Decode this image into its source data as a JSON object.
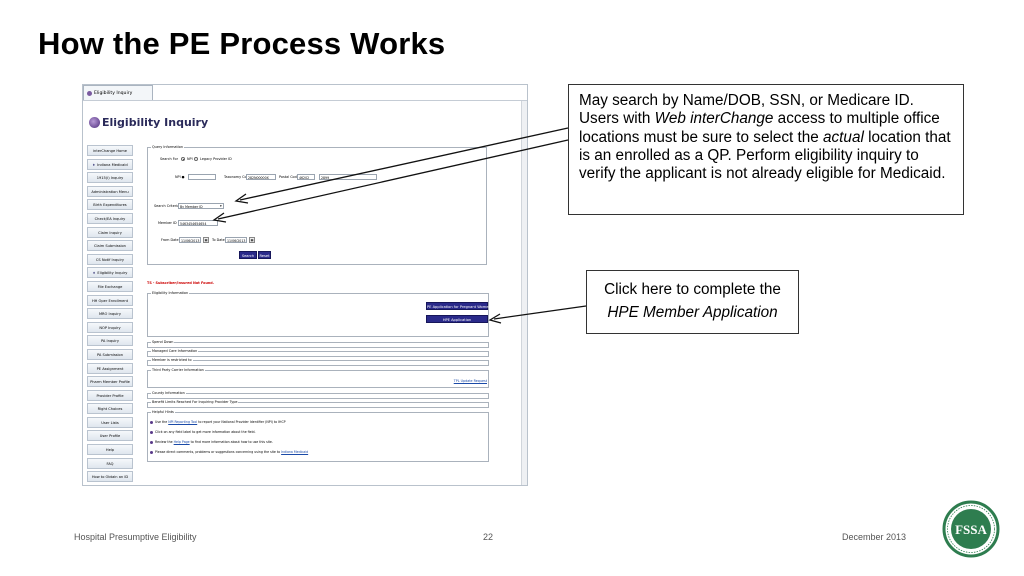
{
  "slide": {
    "title": "How the PE Process Works",
    "footer_left": "Hospital Presumptive Eligibility",
    "page_number": "22",
    "footer_right": "December 2013",
    "seal_text": "FSSA"
  },
  "callouts": {
    "top": {
      "part1": "May search by Name/DOB, SSN, or Medicare ID. Users with ",
      "emph1": "Web interChange",
      "part2": " access to multiple office locations must be sure to select the ",
      "emph2": "actual",
      "part3": " location that is an enrolled as a QP. Perform eligibility inquiry to verify the applicant is not already eligible for Medicaid."
    },
    "bottom": {
      "line1": "Click here to complete the",
      "line2": "HPE Member Application"
    }
  },
  "screenshot": {
    "tab_label": "Eligibility Inquiry",
    "heading": "Eligibility Inquiry",
    "nav": [
      "interChange Home",
      "Indiana Medicaid",
      "1915(i) Inquiry",
      "Administration Menu",
      "Birth Expenditures",
      "Check/EA Inquiry",
      "Claim Inquiry",
      "Claim Submission",
      "CS Notif Inquiry",
      "Eligibility Inquiry",
      "File Exchange",
      "HH Oper Enrollment",
      "MRO Inquiry",
      "NOP Inquiry",
      "PA Inquiry",
      "PA Submission",
      "PE Assignment",
      "Pharm Member Profile",
      "Provider Profile",
      "Right Choices",
      "User Lists",
      "User Profile",
      "Help",
      "FAQ",
      "How to Obtain an ID"
    ],
    "query": {
      "legend": "Query Information",
      "search_for_label": "Search For",
      "npi_label": "NPI",
      "legacy_label": "Legacy Provider ID",
      "npi_field_label": "NPI ●",
      "taxonomy_label": "Taxonomy Code",
      "taxonomy_value": "282N00000X",
      "postal_label": "Postal Code",
      "postal_value": "46202",
      "postal_ext": "2899",
      "criteria_label": "Search Criteria",
      "criteria_value": "By Member ID",
      "member_label": "Member ID",
      "member_value": "5463454654654",
      "from_label": "From Date",
      "from_value": "11/06/2013",
      "to_label": "To Date",
      "to_value": "11/06/2013",
      "search_button": "Search",
      "reset_button": "Reset"
    },
    "error_message": "TS - Subscriber/Insured Not Found.",
    "eligibility": {
      "legend": "Eligibility Information",
      "pe_pregnant_button": "PE Application for Pregnant Women",
      "hpe_button": "HPE Application"
    },
    "sections": [
      "Spend Down",
      "Managed Care Information",
      "Member is restricted to",
      "Third Party Carrier Information",
      "County Information",
      "Benefit Limits Reached For Inquiring Provider Type",
      "Helpful Hints"
    ],
    "tpl_link": "TPL Update Request",
    "hints": [
      {
        "pre": "Use the ",
        "link": "NPI Reporting Tool",
        "post": " to report your National Provider Identifier (NPI) to IHCP"
      },
      {
        "pre": "Click on any field label to get more information about  the field.",
        "link": "",
        "post": ""
      },
      {
        "pre": "Review the ",
        "link": "Help Page",
        "post": " to find more information about how to use this site."
      },
      {
        "pre": "Please direct comments, problems or suggestions concerning using the site to ",
        "link": "Indiana Medicaid",
        "post": ""
      }
    ]
  },
  "colors": {
    "button": "#2a2a8a",
    "error": "#cc0000",
    "link": "#1a4aa8",
    "seal": "#2e7d4f"
  }
}
